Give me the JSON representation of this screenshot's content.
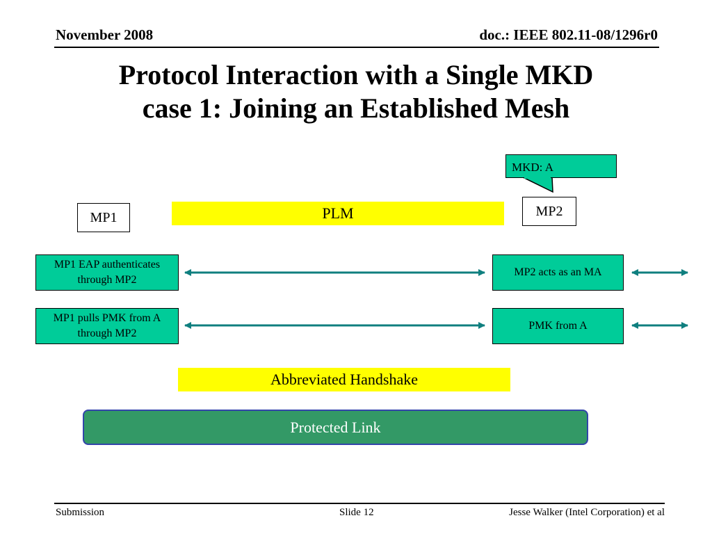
{
  "header": {
    "date": "November 2008",
    "doc_id": "doc.: IEEE 802.11-08/1296r0"
  },
  "title": {
    "line1": "Protocol Interaction with a Single MKD",
    "line2": "case 1: Joining an Established Mesh"
  },
  "diagram": {
    "callout": "MKD: A",
    "mp1": "MP1",
    "mp2": "MP2",
    "plm": "PLM",
    "row1": {
      "left": "MP1 EAP authenticates through MP2",
      "right": "MP2 acts as an MA"
    },
    "row2": {
      "left": "MP1 pulls PMK from A through MP2",
      "right": "PMK from A"
    },
    "handshake": "Abbreviated Handshake",
    "protected_link": "Protected Link"
  },
  "footer": {
    "left": "Submission",
    "center": "Slide 12",
    "right": "Jesse Walker (Intel Corporation) et al"
  },
  "colors": {
    "box_green": "#00cc99",
    "highlight_yellow": "#ffff00",
    "protected_fill": "#339966",
    "protected_border": "#3344aa",
    "arrow": "#0f7f7f"
  }
}
